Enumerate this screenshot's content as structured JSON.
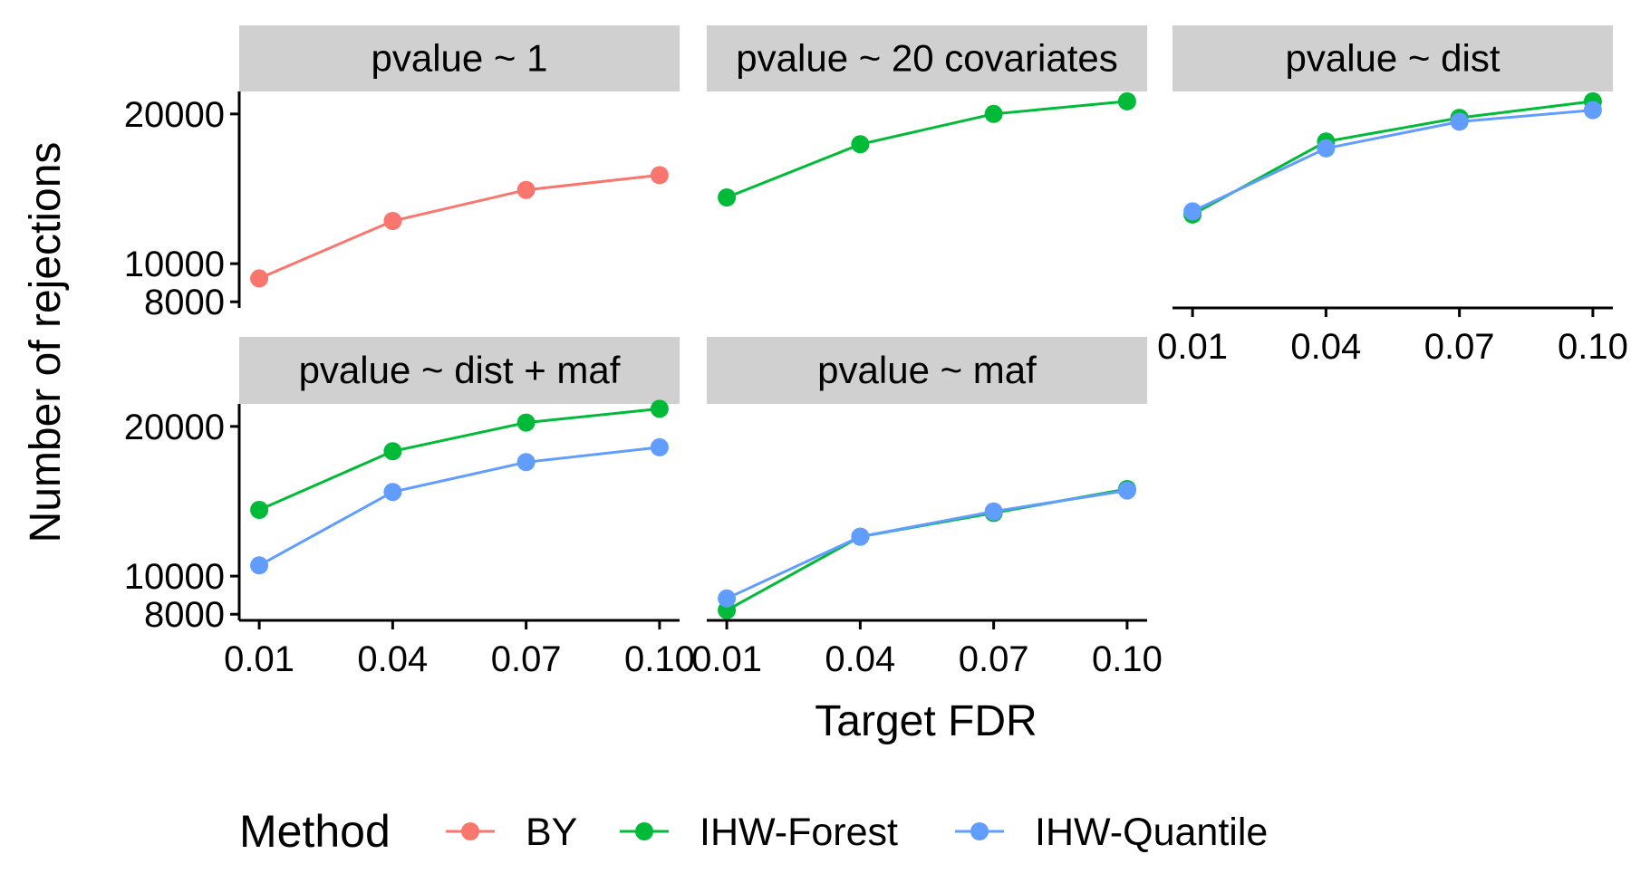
{
  "chart_data": {
    "type": "line",
    "xlabel": "Target FDR",
    "ylabel": "Number of rejections",
    "x_ticks": [
      "0.01",
      "0.04",
      "0.07",
      "0.10"
    ],
    "x_values": [
      0.01,
      0.04,
      0.07,
      0.1
    ],
    "y_ticks": [
      "8000",
      "10000",
      "20000"
    ],
    "y_tick_values": [
      8000,
      10000,
      20000
    ],
    "y_scale": "sqrt",
    "ylim": [
      7700,
      21800
    ],
    "xlim": [
      0.0055,
      0.1045
    ],
    "legend": {
      "title": "Method",
      "position": "bottom",
      "entries": [
        {
          "name": "BY",
          "color": "#F8766D"
        },
        {
          "name": "IHW-Forest",
          "color": "#00BA38"
        },
        {
          "name": "IHW-Quantile",
          "color": "#619CFF"
        }
      ]
    },
    "panels": [
      {
        "title": "pvalue ~ 1",
        "series": [
          {
            "name": "BY",
            "x": [
              0.01,
              0.04,
              0.07,
              0.1
            ],
            "y": [
              9200,
              12500,
              14500,
              15500
            ]
          }
        ]
      },
      {
        "title": "pvalue ~ 20 covariates",
        "series": [
          {
            "name": "IHW-Forest",
            "x": [
              0.01,
              0.04,
              0.07,
              0.1
            ],
            "y": [
              14000,
              17700,
              20000,
              21000
            ]
          }
        ]
      },
      {
        "title": "pvalue ~ dist",
        "series": [
          {
            "name": "IHW-Forest",
            "x": [
              0.01,
              0.04,
              0.07,
              0.1
            ],
            "y": [
              12900,
              17900,
              19700,
              21000
            ]
          },
          {
            "name": "IHW-Quantile",
            "x": [
              0.01,
              0.04,
              0.07,
              0.1
            ],
            "y": [
              13100,
              17400,
              19400,
              20300
            ]
          }
        ]
      },
      {
        "title": "pvalue ~ dist + maf",
        "series": [
          {
            "name": "IHW-Forest",
            "x": [
              0.01,
              0.04,
              0.07,
              0.1
            ],
            "y": [
              14000,
              18100,
              20300,
              21400
            ]
          },
          {
            "name": "IHW-Quantile",
            "x": [
              0.01,
              0.04,
              0.07,
              0.1
            ],
            "y": [
              10600,
              15200,
              17300,
              18400
            ]
          }
        ]
      },
      {
        "title": "pvalue ~ maf",
        "series": [
          {
            "name": "IHW-Forest",
            "x": [
              0.01,
              0.04,
              0.07,
              0.1
            ],
            "y": [
              8200,
              12300,
              13800,
              15400
            ]
          },
          {
            "name": "IHW-Quantile",
            "x": [
              0.01,
              0.04,
              0.07,
              0.1
            ],
            "y": [
              8800,
              12300,
              13900,
              15300
            ]
          }
        ]
      }
    ]
  }
}
